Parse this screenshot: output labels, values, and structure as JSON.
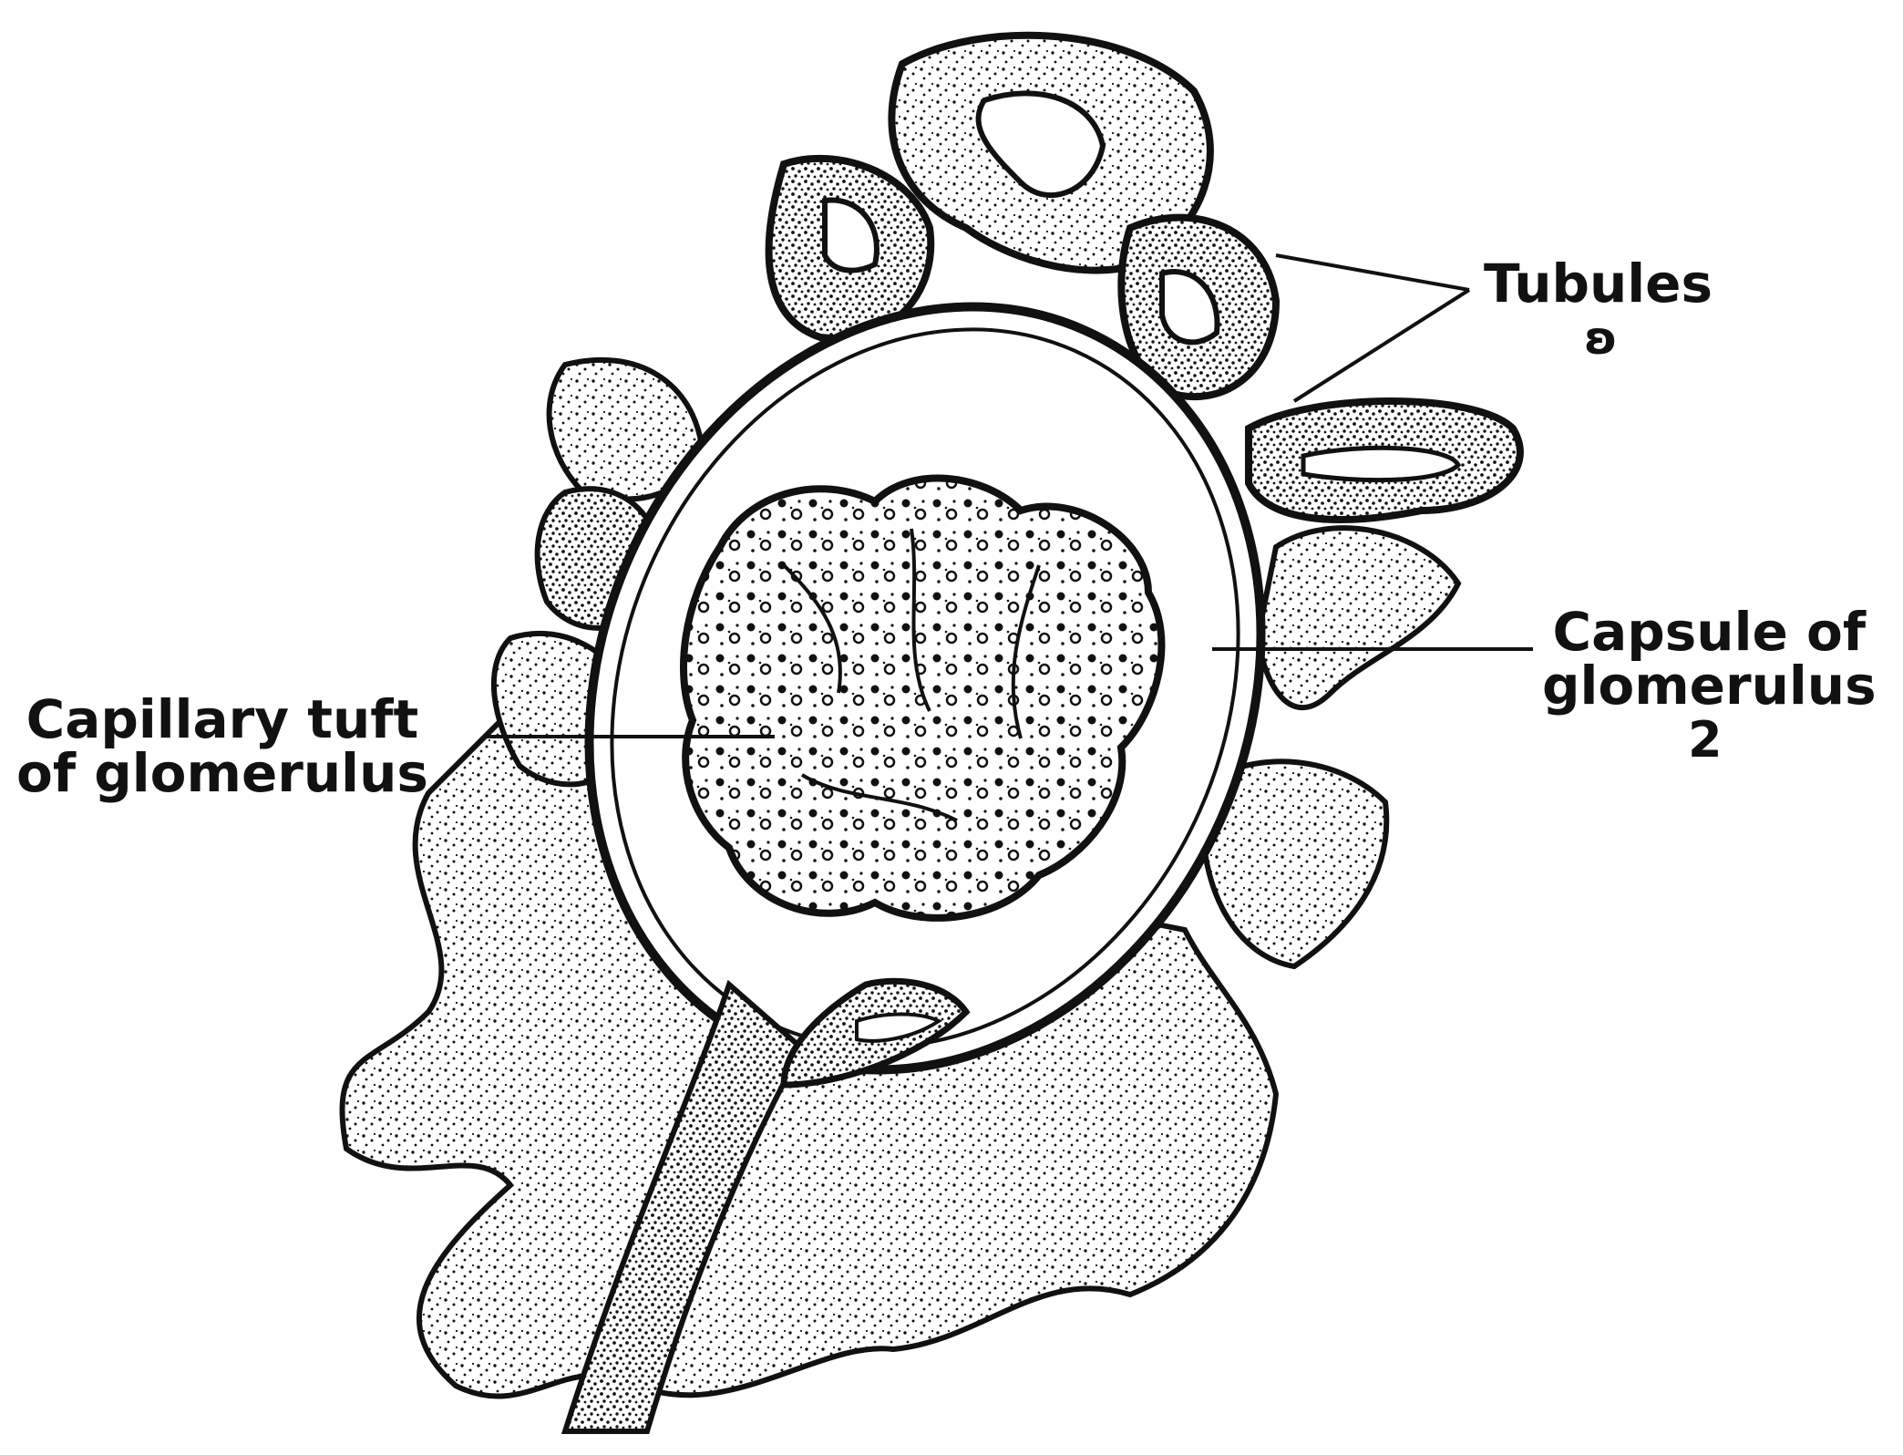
{
  "diagram": {
    "labels": {
      "tubules": "Tubules",
      "tubules_mark": "ʚ",
      "capsule_line1": "Capsule of",
      "capsule_line2": "glomerulus",
      "capsule_mark": "2",
      "tuft_line1": "Capillary tuft",
      "tuft_line2": "of glomerulus"
    },
    "colors": {
      "ink": "#111111",
      "paper": "#ffffff"
    }
  }
}
